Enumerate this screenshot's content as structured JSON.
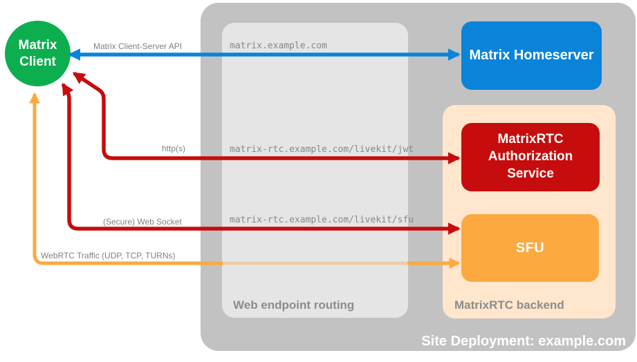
{
  "colors": {
    "green": "#0cae4f",
    "blue": "#0a84d9",
    "red": "#c60c0c",
    "orange": "#fca940",
    "peach": "#ffe6cc",
    "site-gray": "#c2c2c2",
    "routing-gray": "#e5e5e5",
    "label-gray": "#808080"
  },
  "nodes": {
    "matrix_client": {
      "label": "Matrix\nClient"
    },
    "matrix_homeserver": {
      "label": "Matrix Homeserver"
    },
    "auth_service": {
      "label": "MatrixRTC Authorization Service"
    },
    "sfu": {
      "label": "SFU"
    }
  },
  "containers": {
    "site_deployment": {
      "label": "Site Deployment: example.com"
    },
    "web_endpoint_routing": {
      "label": "Web endpoint routing"
    },
    "matrixrtc_backend": {
      "label": "MatrixRTC backend"
    }
  },
  "endpoints": {
    "homeserver_url": "matrix.example.com",
    "jwt_url": "matrix-rtc.example.com/livekit/jwt",
    "sfu_url": "matrix-rtc.example.com/livekit/sfu"
  },
  "edges": {
    "client_server_api": {
      "label": "Matrix Client-Server API",
      "color": "#0a84d9",
      "style": "bidirectional"
    },
    "https": {
      "label": "http(s)",
      "color": "#c60c0c",
      "style": "bidirectional"
    },
    "web_socket": {
      "label": "(Secure) Web Socket",
      "color": "#c60c0c",
      "style": "bidirectional"
    },
    "webrtc": {
      "label": "WebRTC Traffic (UDP, TCP, TURNs)",
      "color": "#fca940",
      "style": "bidirectional, faded through routing box"
    }
  }
}
